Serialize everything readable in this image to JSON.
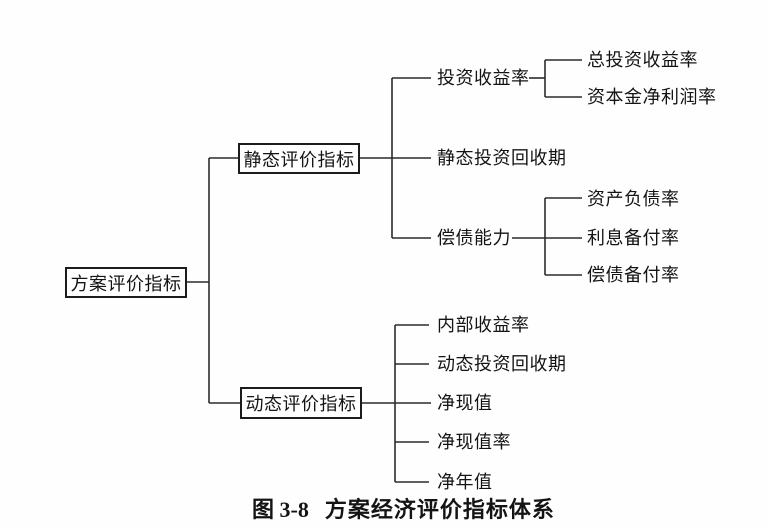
{
  "figure": {
    "caption_label": "图 3-8",
    "caption_title": "方案经济评价指标体系"
  },
  "colors": {
    "background": "#ffffff",
    "ink": "#141414",
    "line": "#2b2b2b"
  },
  "tree": {
    "root": {
      "label": "方案评价指标"
    },
    "branches": [
      {
        "label": "静态评价指标",
        "children": [
          {
            "label": "投资收益率",
            "children": [
              {
                "label": "总投资收益率"
              },
              {
                "label": "资本金净利润率"
              }
            ]
          },
          {
            "label": "静态投资回收期",
            "children": []
          },
          {
            "label": "偿债能力",
            "children": [
              {
                "label": "资产负债率"
              },
              {
                "label": "利息备付率"
              },
              {
                "label": "偿债备付率"
              }
            ]
          }
        ]
      },
      {
        "label": "动态评价指标",
        "children": [
          {
            "label": "内部收益率",
            "children": []
          },
          {
            "label": "动态投资回收期",
            "children": []
          },
          {
            "label": "净现值",
            "children": []
          },
          {
            "label": "净现值率",
            "children": []
          },
          {
            "label": "净年值",
            "children": []
          }
        ]
      }
    ]
  }
}
